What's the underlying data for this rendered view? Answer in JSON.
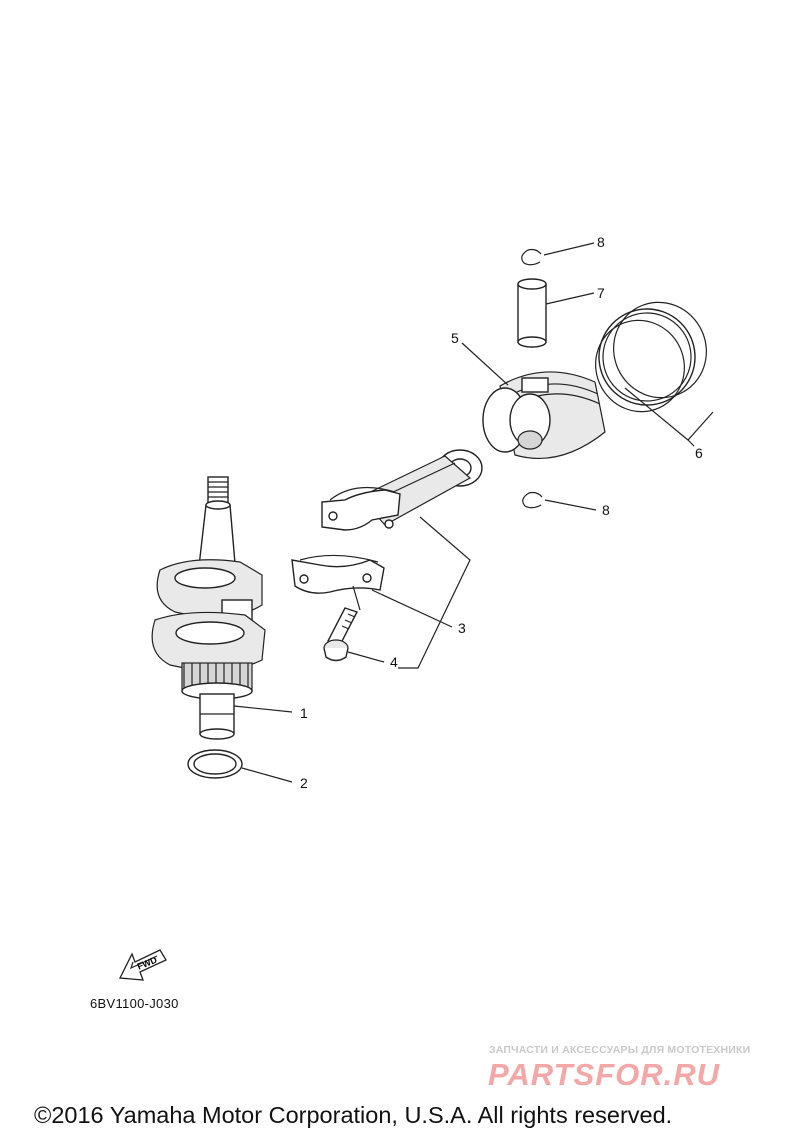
{
  "callouts": [
    {
      "id": "1",
      "label": "1"
    },
    {
      "id": "2",
      "label": "2"
    },
    {
      "id": "3",
      "label": "3"
    },
    {
      "id": "4",
      "label": "4"
    },
    {
      "id": "5",
      "label": "5"
    },
    {
      "id": "6",
      "label": "6"
    },
    {
      "id": "7",
      "label": "7"
    },
    {
      "id": "8a",
      "label": "8"
    },
    {
      "id": "8b",
      "label": "8"
    }
  ],
  "fwd_label": "FWD",
  "diagram_code": "6BV1100-J030",
  "watermark": {
    "tagline": "ЗАПЧАСТИ И АКСЕССУАРЫ ДЛЯ МОТОТЕХНИКИ",
    "brand": "PARTSFOR.RU"
  },
  "copyright": "©2016 Yamaha Motor Corporation, U.S.A. All rights reserved."
}
